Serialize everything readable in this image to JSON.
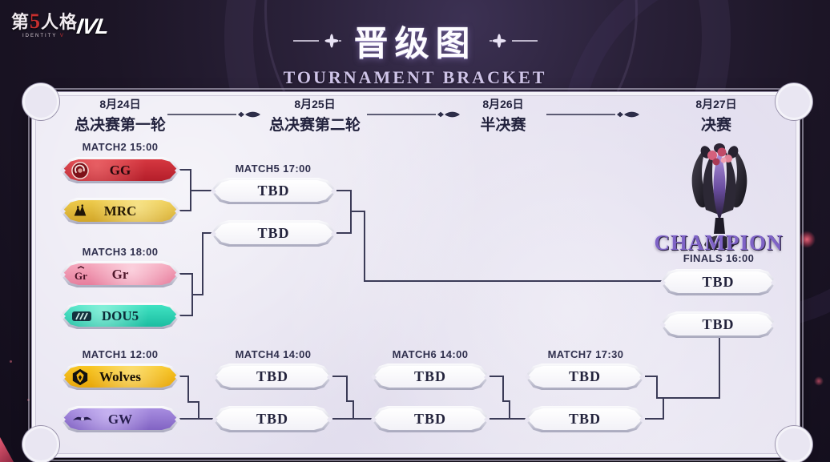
{
  "header": {
    "identity_logo": {
      "pre": "第",
      "five": "5",
      "post": "人格",
      "subtitle_pre": "IDENTITY ",
      "subtitle_v": "V"
    },
    "ivl_logo": "IVL",
    "title_cn": "晋级图",
    "title_en": "TOURNAMENT BRACKET"
  },
  "rounds": [
    {
      "date": "8月24日",
      "name": "总决赛第一轮"
    },
    {
      "date": "8月25日",
      "name": "总决赛第二轮"
    },
    {
      "date": "8月26日",
      "name": "半决赛"
    },
    {
      "date": "8月27日",
      "name": "决赛"
    }
  ],
  "matches": {
    "m2": {
      "label": "MATCH2 15:00",
      "teams": [
        {
          "name": "GG",
          "color": "#c2262f"
        },
        {
          "name": "MRC",
          "color": "#e0b83c"
        }
      ]
    },
    "m3": {
      "label": "MATCH3 18:00",
      "teams": [
        {
          "name": "Gr",
          "color": "#ef96ae"
        },
        {
          "name": "DOU5",
          "color": "#2bd0b2"
        }
      ]
    },
    "m1": {
      "label": "MATCH1 12:00",
      "teams": [
        {
          "name": "Wolves",
          "color": "#f1bb16"
        },
        {
          "name": "GW",
          "color": "#9579d2"
        }
      ]
    },
    "m5": {
      "label": "MATCH5 17:00",
      "teams": [
        {
          "name": "TBD"
        },
        {
          "name": "TBD"
        }
      ]
    },
    "m4": {
      "label": "MATCH4 14:00",
      "teams": [
        {
          "name": "TBD"
        },
        {
          "name": "TBD"
        }
      ]
    },
    "m6": {
      "label": "MATCH6 14:00",
      "teams": [
        {
          "name": "TBD"
        },
        {
          "name": "TBD"
        }
      ]
    },
    "m7": {
      "label": "MATCH7 17:30",
      "teams": [
        {
          "name": "TBD"
        },
        {
          "name": "TBD"
        }
      ]
    }
  },
  "finals": {
    "label": "FINALS 16:00",
    "champion_label": "CHAMPION",
    "teams": [
      {
        "name": "TBD"
      },
      {
        "name": "TBD"
      }
    ]
  },
  "colors": {
    "background": "#1c1526",
    "panel": "#e9e6f2",
    "connector": "#3b3b57",
    "champion_text": "#7f63c6",
    "title_text": "#fdfcff",
    "subtitle_text": "#cfc4e8"
  }
}
